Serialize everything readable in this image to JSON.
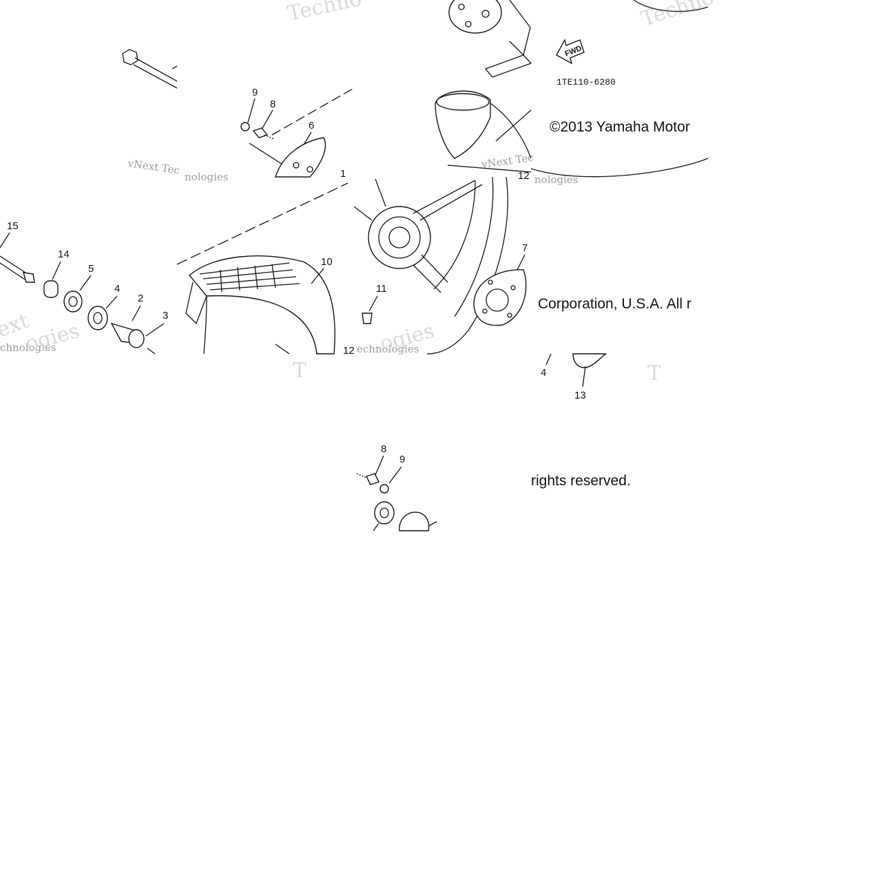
{
  "diagram": {
    "part_code": "1TE110-6280",
    "fwd_label": "FWD",
    "copyright_fragments": [
      "©2013 Yamaha Motor",
      "Corporation, U.S.A. All r",
      "rights reserved."
    ],
    "watermark_fragments": [
      "Techno",
      "Techno",
      "vNext Tec",
      "vNext Tec",
      "nologies",
      "nologies",
      "chnologies",
      "ext",
      "ogies",
      "echnologies",
      "ogies",
      "T",
      "T"
    ],
    "callouts": [
      "1",
      "2",
      "3",
      "4",
      "4",
      "5",
      "6",
      "7",
      "8",
      "8",
      "9",
      "9",
      "10",
      "11",
      "12",
      "13",
      "14",
      "15"
    ]
  }
}
